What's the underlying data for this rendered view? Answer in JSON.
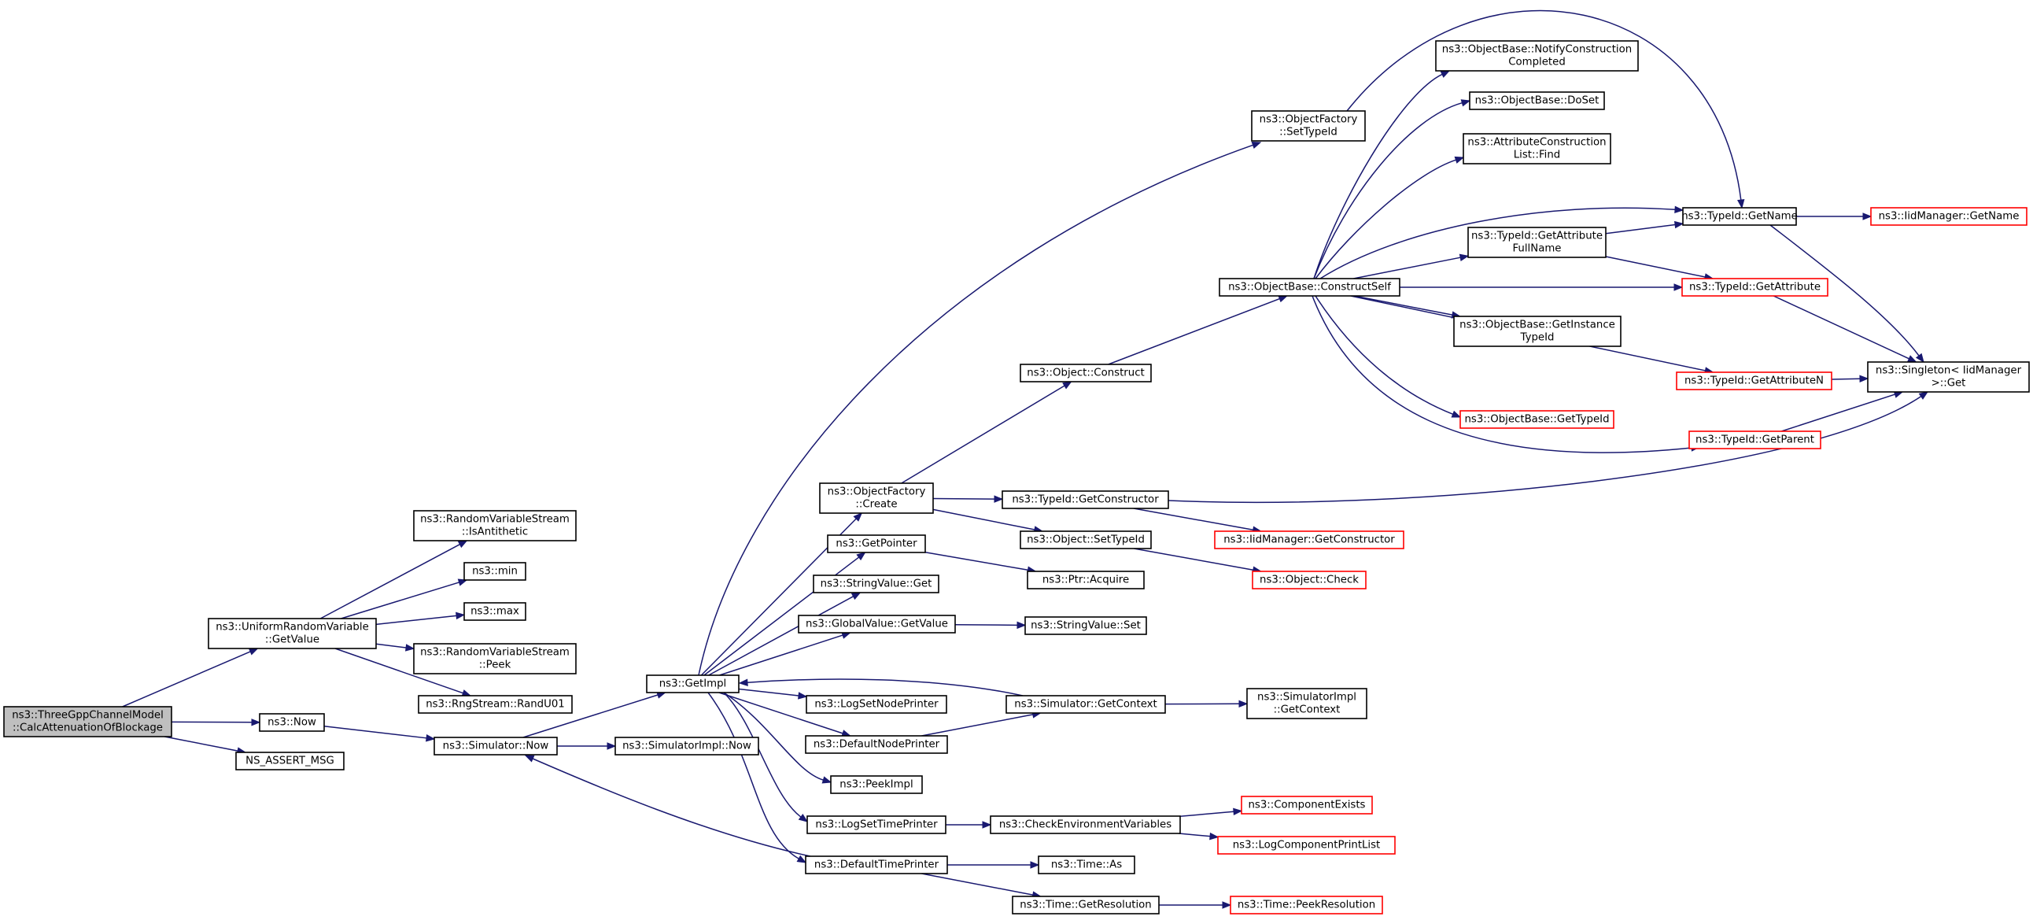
{
  "nodes": [
    {
      "id": "root",
      "lines": [
        "ns3::ThreeGppChannelModel",
        "::CalcAttenuationOfBlockage"
      ],
      "root": true
    },
    {
      "id": "urv",
      "lines": [
        "ns3::UniformRandomVariable",
        "::GetValue"
      ]
    },
    {
      "id": "now",
      "lines": [
        "ns3::Now"
      ]
    },
    {
      "id": "assert",
      "lines": [
        "NS_ASSERT_MSG"
      ]
    },
    {
      "id": "rvs_anti",
      "lines": [
        "ns3::RandomVariableStream",
        "::IsAntithetic"
      ]
    },
    {
      "id": "min",
      "lines": [
        "ns3::min"
      ]
    },
    {
      "id": "max",
      "lines": [
        "ns3::max"
      ]
    },
    {
      "id": "rvs_peek",
      "lines": [
        "ns3::RandomVariableStream",
        "::Peek"
      ]
    },
    {
      "id": "randu01",
      "lines": [
        "ns3::RngStream::RandU01"
      ]
    },
    {
      "id": "simnow",
      "lines": [
        "ns3::Simulator::Now"
      ]
    },
    {
      "id": "getimpl",
      "lines": [
        "ns3::GetImpl"
      ]
    },
    {
      "id": "simimplnow",
      "lines": [
        "ns3::SimulatorImpl::Now"
      ]
    },
    {
      "id": "ofcreate",
      "lines": [
        "ns3::ObjectFactory",
        "::Create"
      ]
    },
    {
      "id": "getpointer",
      "lines": [
        "ns3::GetPointer"
      ]
    },
    {
      "id": "strget",
      "lines": [
        "ns3::StringValue::Get"
      ]
    },
    {
      "id": "gvget",
      "lines": [
        "ns3::GlobalValue::GetValue"
      ]
    },
    {
      "id": "logsetnode",
      "lines": [
        "ns3::LogSetNodePrinter"
      ]
    },
    {
      "id": "defnode",
      "lines": [
        "ns3::DefaultNodePrinter"
      ]
    },
    {
      "id": "peekimpl",
      "lines": [
        "ns3::PeekImpl"
      ]
    },
    {
      "id": "logsettime",
      "lines": [
        "ns3::LogSetTimePrinter"
      ]
    },
    {
      "id": "deftime",
      "lines": [
        "ns3::DefaultTimePrinter"
      ]
    },
    {
      "id": "ofsettypeid",
      "lines": [
        "ns3::ObjectFactory",
        "::SetTypeId"
      ]
    },
    {
      "id": "objconstruct",
      "lines": [
        "ns3::Object::Construct"
      ]
    },
    {
      "id": "tidgetctor",
      "lines": [
        "ns3::TypeId::GetConstructor"
      ]
    },
    {
      "id": "objsettypeid",
      "lines": [
        "ns3::Object::SetTypeId"
      ]
    },
    {
      "id": "ptracquire",
      "lines": [
        "ns3::Ptr::Acquire"
      ]
    },
    {
      "id": "strset",
      "lines": [
        "ns3::StringValue::Set"
      ]
    },
    {
      "id": "simgetctx",
      "lines": [
        "ns3::Simulator::GetContext"
      ]
    },
    {
      "id": "simimplctx",
      "lines": [
        "ns3::SimulatorImpl",
        "::GetContext"
      ]
    },
    {
      "id": "checkenv",
      "lines": [
        "ns3::CheckEnvironmentVariables"
      ]
    },
    {
      "id": "timeas",
      "lines": [
        "ns3::Time::As"
      ]
    },
    {
      "id": "timegetres",
      "lines": [
        "ns3::Time::GetResolution"
      ]
    },
    {
      "id": "obconstructself",
      "lines": [
        "ns3::ObjectBase::ConstructSelf"
      ]
    },
    {
      "id": "iidgetctor",
      "lines": [
        "ns3::IidManager::GetConstructor"
      ],
      "red": true
    },
    {
      "id": "objcheck",
      "lines": [
        "ns3::Object::Check"
      ],
      "red": true
    },
    {
      "id": "compexists",
      "lines": [
        "ns3::ComponentExists"
      ],
      "red": true
    },
    {
      "id": "logcomplist",
      "lines": [
        "ns3::LogComponentPrintList"
      ],
      "red": true
    },
    {
      "id": "timepeekres",
      "lines": [
        "ns3::Time::PeekResolution"
      ],
      "red": true
    },
    {
      "id": "obnotify",
      "lines": [
        "ns3::ObjectBase::NotifyConstruction",
        "Completed"
      ]
    },
    {
      "id": "obdoset",
      "lines": [
        "ns3::ObjectBase::DoSet"
      ]
    },
    {
      "id": "aclfind",
      "lines": [
        "ns3::AttributeConstruction",
        "List::Find"
      ]
    },
    {
      "id": "tidgetattrfull",
      "lines": [
        "ns3::TypeId::GetAttribute",
        "FullName"
      ]
    },
    {
      "id": "obgetinst",
      "lines": [
        "ns3::ObjectBase::GetInstance",
        "TypeId"
      ]
    },
    {
      "id": "obgettypeid",
      "lines": [
        "ns3::ObjectBase::GetTypeId"
      ],
      "red": true
    },
    {
      "id": "tidgetname",
      "lines": [
        "ns3::TypeId::GetName"
      ]
    },
    {
      "id": "tidgetattr",
      "lines": [
        "ns3::TypeId::GetAttribute"
      ],
      "red": true
    },
    {
      "id": "tidgetattrn",
      "lines": [
        "ns3::TypeId::GetAttributeN"
      ],
      "red": true
    },
    {
      "id": "tidgetparent",
      "lines": [
        "ns3::TypeId::GetParent"
      ],
      "red": true
    },
    {
      "id": "iidgetname",
      "lines": [
        "ns3::IidManager::GetName"
      ],
      "red": true
    },
    {
      "id": "singleton",
      "lines": [
        "ns3::Singleton< IidManager",
        " >::Get"
      ]
    }
  ],
  "edges": [
    [
      "root",
      "urv"
    ],
    [
      "root",
      "now"
    ],
    [
      "root",
      "assert"
    ],
    [
      "urv",
      "rvs_anti"
    ],
    [
      "urv",
      "min"
    ],
    [
      "urv",
      "max"
    ],
    [
      "urv",
      "rvs_peek"
    ],
    [
      "urv",
      "randu01"
    ],
    [
      "now",
      "simnow"
    ],
    [
      "simnow",
      "getimpl"
    ],
    [
      "simnow",
      "simimplnow"
    ],
    [
      "getimpl",
      "ofsettypeid"
    ],
    [
      "getimpl",
      "ofcreate"
    ],
    [
      "getimpl",
      "getpointer"
    ],
    [
      "getimpl",
      "strget"
    ],
    [
      "getimpl",
      "gvget"
    ],
    [
      "getimpl",
      "logsetnode"
    ],
    [
      "getimpl",
      "defnode"
    ],
    [
      "getimpl",
      "peekimpl"
    ],
    [
      "getimpl",
      "logsettime"
    ],
    [
      "getimpl",
      "deftime"
    ],
    [
      "deftime",
      "simnow"
    ],
    [
      "simgetctx",
      "getimpl"
    ],
    [
      "ofcreate",
      "objconstruct"
    ],
    [
      "ofcreate",
      "tidgetctor"
    ],
    [
      "ofcreate",
      "objsettypeid"
    ],
    [
      "getpointer",
      "ptracquire"
    ],
    [
      "gvget",
      "strset"
    ],
    [
      "defnode",
      "simgetctx"
    ],
    [
      "logsettime",
      "checkenv"
    ],
    [
      "deftime",
      "timeas"
    ],
    [
      "deftime",
      "timegetres"
    ],
    [
      "objconstruct",
      "obconstructself"
    ],
    [
      "tidgetctor",
      "iidgetctor"
    ],
    [
      "tidgetctor",
      "singleton"
    ],
    [
      "objsettypeid",
      "objcheck"
    ],
    [
      "simgetctx",
      "simimplctx"
    ],
    [
      "checkenv",
      "compexists"
    ],
    [
      "checkenv",
      "logcomplist"
    ],
    [
      "timegetres",
      "timepeekres"
    ],
    [
      "ofsettypeid",
      "tidgetname"
    ],
    [
      "obconstructself",
      "obnotify"
    ],
    [
      "obconstructself",
      "obdoset"
    ],
    [
      "obconstructself",
      "aclfind"
    ],
    [
      "obconstructself",
      "tidgetname"
    ],
    [
      "obconstructself",
      "tidgetattrfull"
    ],
    [
      "obconstructself",
      "tidgetattr"
    ],
    [
      "obconstructself",
      "obgetinst"
    ],
    [
      "obconstructself",
      "tidgetattrn"
    ],
    [
      "obconstructself",
      "obgettypeid"
    ],
    [
      "obconstructself",
      "tidgetparent"
    ],
    [
      "tidgetattrfull",
      "tidgetname"
    ],
    [
      "tidgetattrfull",
      "tidgetattr"
    ],
    [
      "tidgetname",
      "iidgetname"
    ],
    [
      "tidgetname",
      "singleton"
    ],
    [
      "tidgetattr",
      "singleton"
    ],
    [
      "tidgetattrn",
      "singleton"
    ],
    [
      "tidgetparent",
      "singleton"
    ]
  ],
  "colors": {
    "edge": "#191970",
    "node_border": "#000000",
    "external_border": "#ff0000",
    "root_fill": "#bfbfbf"
  }
}
